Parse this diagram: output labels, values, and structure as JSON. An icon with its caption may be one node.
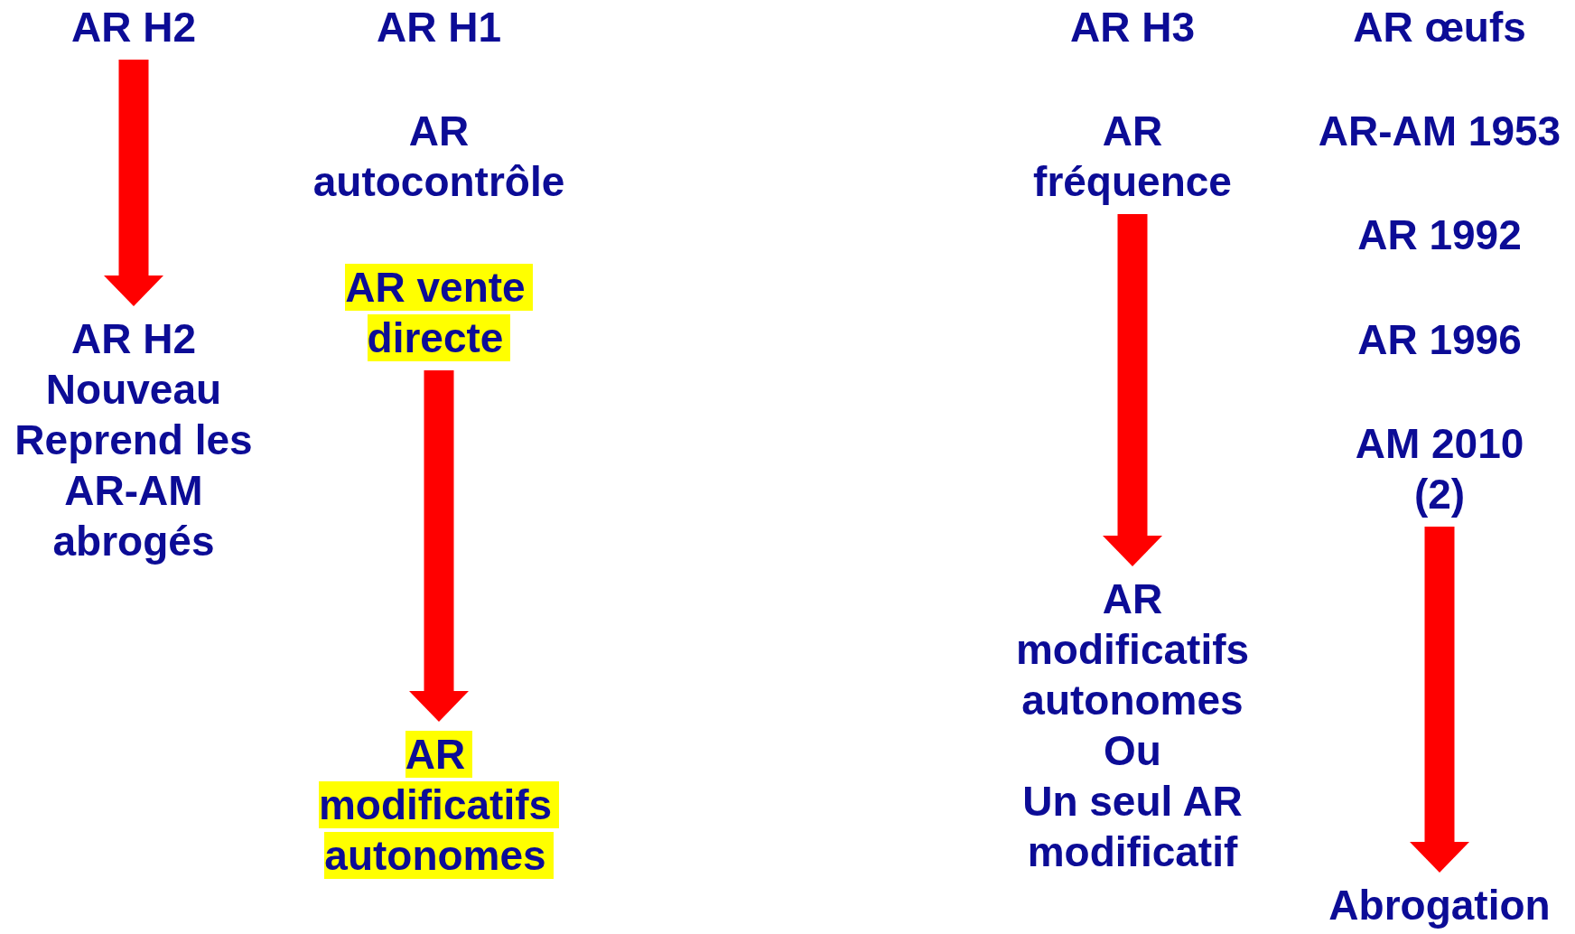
{
  "diagram": {
    "nodes": [
      {
        "text": [
          "AR H2"
        ]
      },
      {
        "text": [
          "AR H2 Nouveau Reprend les AR-AM abrogés"
        ]
      },
      {
        "text": [
          "AR vente directe"
        ]
      },
      {
        "text": [
          "AR modificatifs autonomes"
        ]
      },
      {
        "text": [
          "AR fréquence"
        ]
      },
      {
        "text": [
          "AR modificatifs autonomes",
          "Ou",
          "Un seul AR modificatif"
        ]
      },
      {
        "text": [
          "AM 2010 (2)"
        ]
      },
      {
        "text": [
          "Abrogation"
        ]
      }
    ],
    "edges": [
      {
        "from": 0,
        "to": 1,
        "arrow": "to"
      },
      {
        "from": 2,
        "to": 3,
        "arrow": "to"
      },
      {
        "from": 4,
        "to": 5,
        "arrow": "to"
      },
      {
        "from": 6,
        "to": 7,
        "arrow": "to"
      }
    ],
    "labels": [
      "AR H1",
      "AR H3",
      "AR œufs",
      "AR autocontrôle",
      "AR-AM 1953",
      "AR 1992",
      "AR 1996"
    ]
  }
}
